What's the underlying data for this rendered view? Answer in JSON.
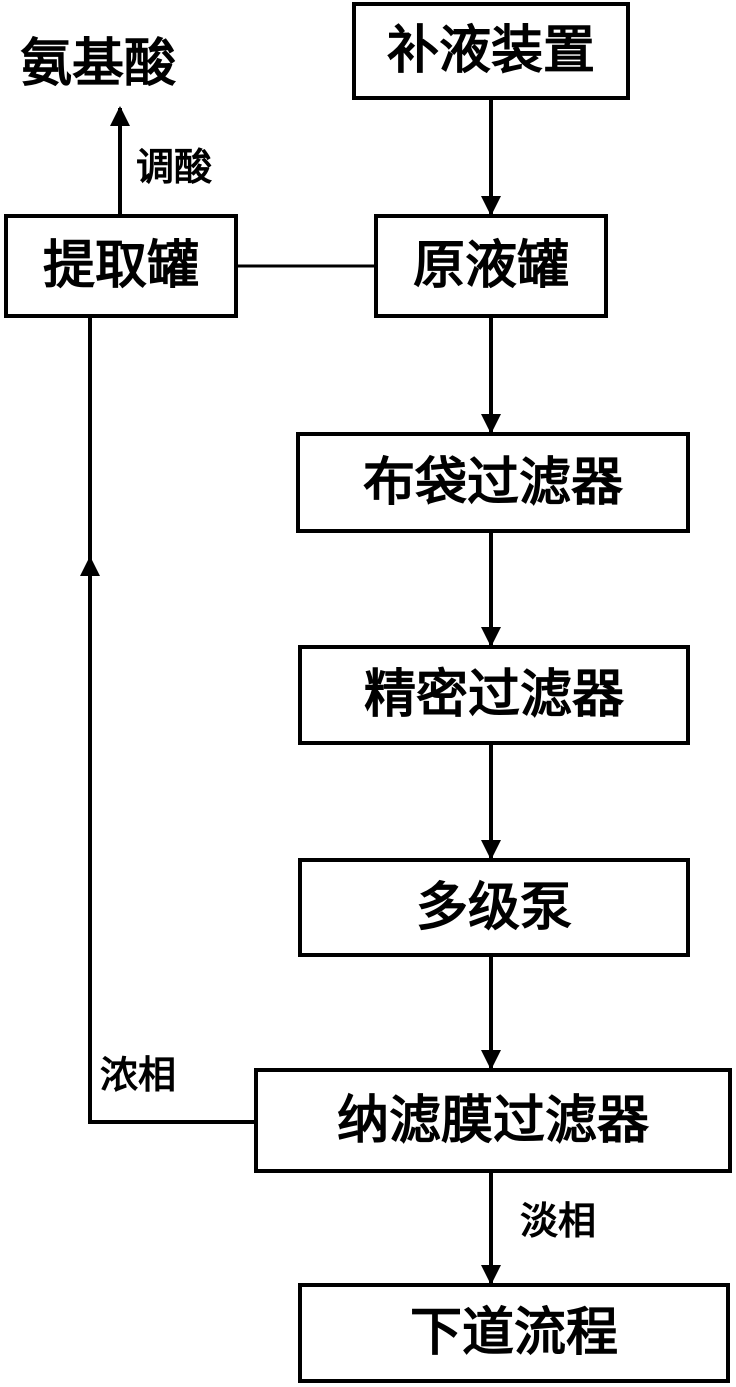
{
  "nodes": {
    "replenish": "补液装置",
    "raw_tank": "原液罐",
    "bag_filter": "布袋过滤器",
    "precision_filter": "精密过滤器",
    "pump": "多级泵",
    "nf_filter": "纳滤膜过滤器",
    "downstream": "下道流程",
    "extraction_tank": "提取罐",
    "product": "氨基酸"
  },
  "labels": {
    "acid_adjust": "调酸",
    "concentrate": "浓相",
    "dilute": "淡相"
  }
}
